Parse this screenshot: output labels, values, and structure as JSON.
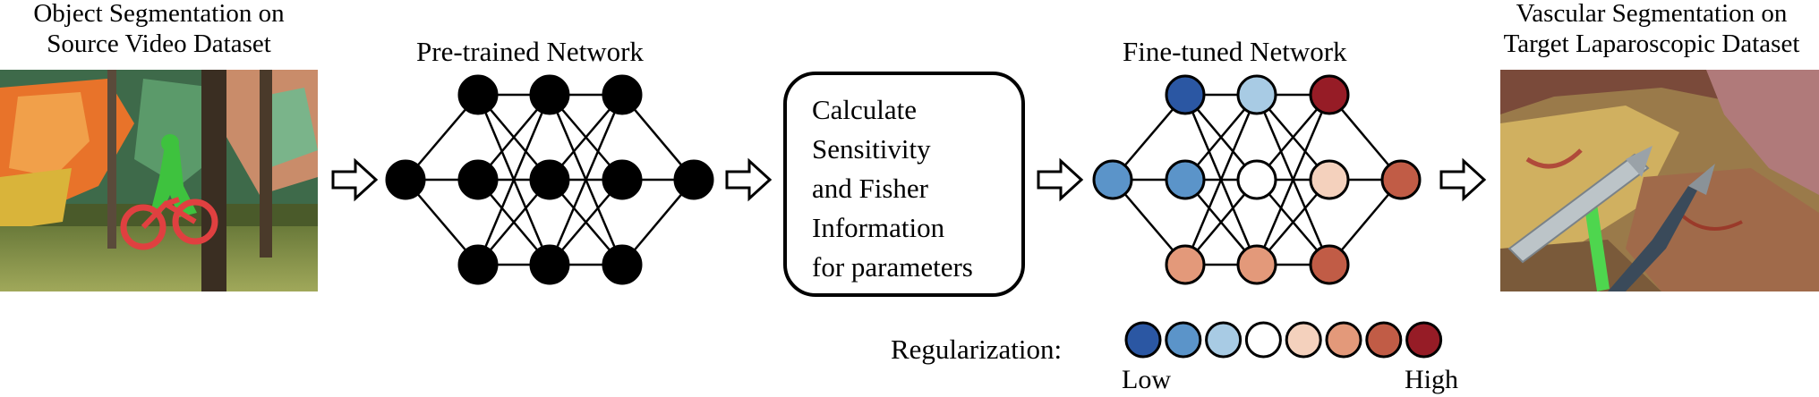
{
  "source": {
    "caption_lines": [
      "Object Segmentation on",
      "Source Video Dataset"
    ],
    "icon": "cyclist-segmentation-photo"
  },
  "pretrained": {
    "title": "Pre-trained Network",
    "node_color": "#000000"
  },
  "process": {
    "lines": [
      "Calculate",
      "Sensitivity",
      "and Fisher",
      "Information",
      "for parameters"
    ]
  },
  "finetuned": {
    "title": "Fine-tuned Network",
    "node_levels": [
      [
        2
      ],
      [
        1,
        2,
        6
      ],
      [
        3,
        4,
        6
      ],
      [
        8,
        5,
        7
      ],
      [
        7
      ]
    ]
  },
  "target": {
    "caption_lines": [
      "Vascular Segmentation on",
      "Target Laparoscopic Dataset"
    ],
    "icon": "laparoscopic-surgery-photo"
  },
  "legend": {
    "label": "Regularization:",
    "low_label": "Low",
    "high_label": "High",
    "scale_colors": [
      "#2b57a3",
      "#5b94c9",
      "#a8cbe4",
      "#ffffff",
      "#f4d1bd",
      "#e3997a",
      "#c15c46",
      "#961c26"
    ]
  },
  "arrow_icon": "hollow-right-arrow-icon"
}
